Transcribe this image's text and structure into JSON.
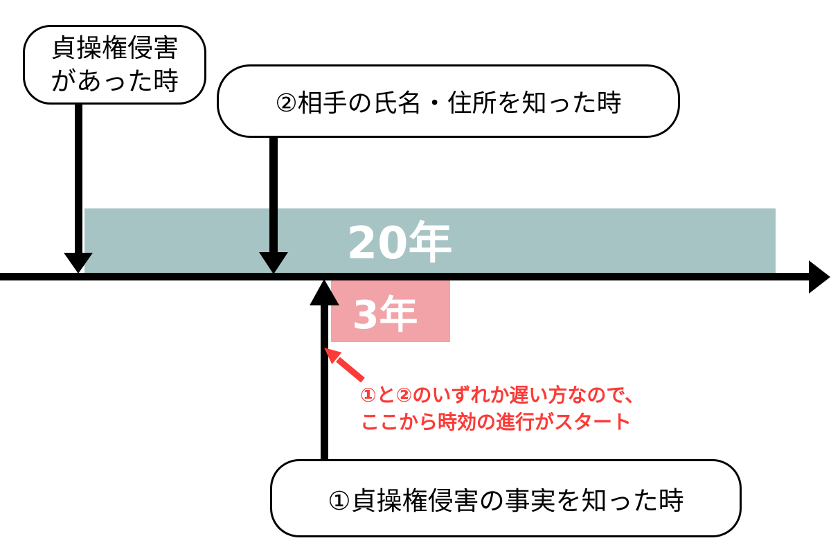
{
  "colors": {
    "band_20_years": "#a7c4c5",
    "band_3_years": "#f2a3a8",
    "annotation_red": "#fa3b38",
    "timeline_black": "#000000"
  },
  "events": {
    "occurrence": {
      "line1": "貞操権侵害",
      "line2": "があった時"
    },
    "knew_identity": {
      "label": "②相手の氏名・住所を知った時"
    },
    "knew_fact": {
      "label": "①貞操権侵害の事実を知った時"
    }
  },
  "periods": {
    "twenty_years": {
      "label": "20年"
    },
    "three_years": {
      "label": "3年"
    }
  },
  "annotation": {
    "line1": "①と②のいずれか遅い方なので、",
    "line2": "ここから時効の進行がスタート"
  }
}
